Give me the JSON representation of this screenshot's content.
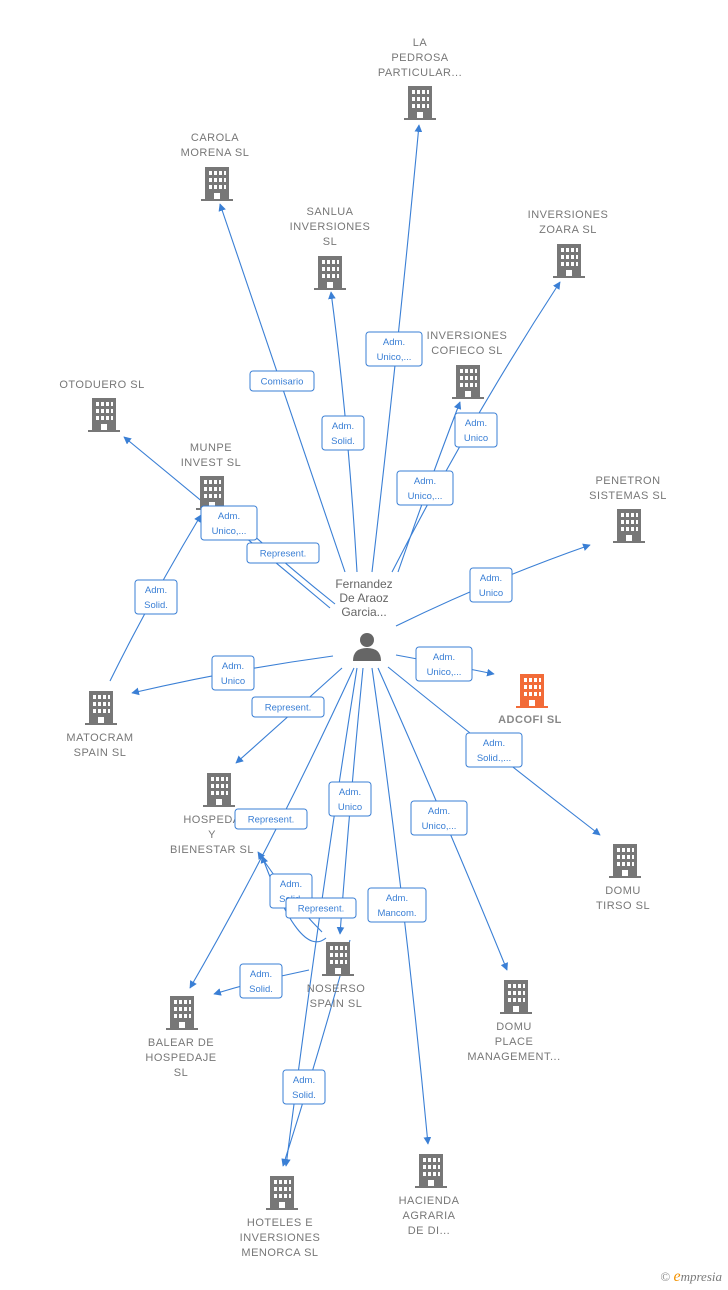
{
  "colors": {
    "edge": "#3a7fd5",
    "building": "#777777",
    "building_focus": "#f26b38",
    "person": "#666666"
  },
  "person": {
    "name_lines": [
      "Fernandez",
      "De Araoz",
      "Garcia..."
    ],
    "icon": "person-icon"
  },
  "companies": [
    {
      "id": "la-pedrosa",
      "lines": [
        "LA",
        "PEDROSA",
        "PARTICULAR..."
      ],
      "icon": "building-icon",
      "focus": false
    },
    {
      "id": "carola-morena",
      "lines": [
        "CAROLA",
        "MORENA  SL"
      ],
      "icon": "building-icon",
      "focus": false
    },
    {
      "id": "sanlua",
      "lines": [
        "SANLUA",
        "INVERSIONES",
        "SL"
      ],
      "icon": "building-icon",
      "focus": false
    },
    {
      "id": "inversiones-zoara",
      "lines": [
        "INVERSIONES",
        "ZOARA  SL"
      ],
      "icon": "building-icon",
      "focus": false
    },
    {
      "id": "inversiones-cofieco",
      "lines": [
        "INVERSIONES",
        "COFIECO  SL"
      ],
      "icon": "building-icon",
      "focus": false
    },
    {
      "id": "otoduero",
      "lines": [
        "OTODUERO  SL"
      ],
      "icon": "building-icon",
      "focus": false
    },
    {
      "id": "munpe-invest",
      "lines": [
        "MUNPE",
        "INVEST  SL"
      ],
      "icon": "building-icon",
      "focus": false
    },
    {
      "id": "penetron",
      "lines": [
        "PENETRON",
        "SISTEMAS  SL"
      ],
      "icon": "building-icon",
      "focus": false
    },
    {
      "id": "adcofi",
      "lines": [
        "ADCOFI  SL"
      ],
      "icon": "building-icon",
      "focus": true
    },
    {
      "id": "matocram",
      "lines": [
        "MATOCRAM",
        "SPAIN  SL"
      ],
      "icon": "building-icon",
      "focus": false
    },
    {
      "id": "hospedaje-bienestar",
      "lines": [
        "HOSPEDA",
        "Y",
        "BIENESTAR  SL"
      ],
      "icon": "building-icon",
      "focus": false
    },
    {
      "id": "domu-tirso",
      "lines": [
        "DOMU",
        "TIRSO  SL"
      ],
      "icon": "building-icon",
      "focus": false
    },
    {
      "id": "noserso",
      "lines": [
        "NOSERSO",
        "SPAIN  SL"
      ],
      "icon": "building-icon",
      "focus": false
    },
    {
      "id": "balear",
      "lines": [
        "BALEAR DE",
        "HOSPEDAJE",
        "SL"
      ],
      "icon": "building-icon",
      "focus": false
    },
    {
      "id": "domu-place",
      "lines": [
        "DOMU",
        "PLACE",
        "MANAGEMENT..."
      ],
      "icon": "building-icon",
      "focus": false
    },
    {
      "id": "hoteles-menorca",
      "lines": [
        "HOTELES E",
        "INVERSIONES",
        "MENORCA  SL"
      ],
      "icon": "building-icon",
      "focus": false
    },
    {
      "id": "hacienda",
      "lines": [
        "HACIENDA",
        "AGRARIA",
        "DE DI..."
      ],
      "icon": "building-icon",
      "focus": false
    }
  ],
  "relations": [
    {
      "id": "r-la-pedrosa",
      "lines": [
        "Adm.",
        "Unico,..."
      ]
    },
    {
      "id": "r-carola",
      "lines": [
        "Comisario"
      ]
    },
    {
      "id": "r-sanlua",
      "lines": [
        "Adm.",
        "Solid."
      ]
    },
    {
      "id": "r-zoara",
      "lines": [
        "Adm.",
        "Unico"
      ]
    },
    {
      "id": "r-cofieco",
      "lines": [
        "Adm.",
        "Unico,..."
      ]
    },
    {
      "id": "r-otoduero",
      "lines": [
        "Adm.",
        "Unico,..."
      ]
    },
    {
      "id": "r-munpe",
      "lines": [
        "Represent."
      ]
    },
    {
      "id": "r-penetron",
      "lines": [
        "Adm.",
        "Unico"
      ]
    },
    {
      "id": "r-adcofi",
      "lines": [
        "Adm.",
        "Unico,..."
      ]
    },
    {
      "id": "r-matocram",
      "lines": [
        "Adm.",
        "Unico"
      ]
    },
    {
      "id": "r-matocram-munpe",
      "lines": [
        "Adm.",
        "Solid."
      ]
    },
    {
      "id": "r-hospedaje",
      "lines": [
        "Represent."
      ]
    },
    {
      "id": "r-domu-tirso",
      "lines": [
        "Adm.",
        "Solid.,..."
      ]
    },
    {
      "id": "r-balear",
      "lines": [
        "Represent."
      ]
    },
    {
      "id": "r-noserso",
      "lines": [
        "Adm.",
        "Unico"
      ]
    },
    {
      "id": "r-noserso-hosp-a",
      "lines": [
        "Adm.",
        "Solid."
      ]
    },
    {
      "id": "r-noserso-hosp-b",
      "lines": [
        "Represent."
      ]
    },
    {
      "id": "r-noserso-balear",
      "lines": [
        "Adm.",
        "Solid."
      ]
    },
    {
      "id": "r-hacienda",
      "lines": [
        "Adm.",
        "Mancom."
      ]
    },
    {
      "id": "r-domu-place",
      "lines": [
        "Adm.",
        "Unico,..."
      ]
    },
    {
      "id": "r-hoteles",
      "lines": [
        "Adm.",
        "Solid."
      ]
    }
  ],
  "footer": {
    "copyright": "©",
    "brand_initial": "e",
    "brand_rest": "mpresia"
  }
}
